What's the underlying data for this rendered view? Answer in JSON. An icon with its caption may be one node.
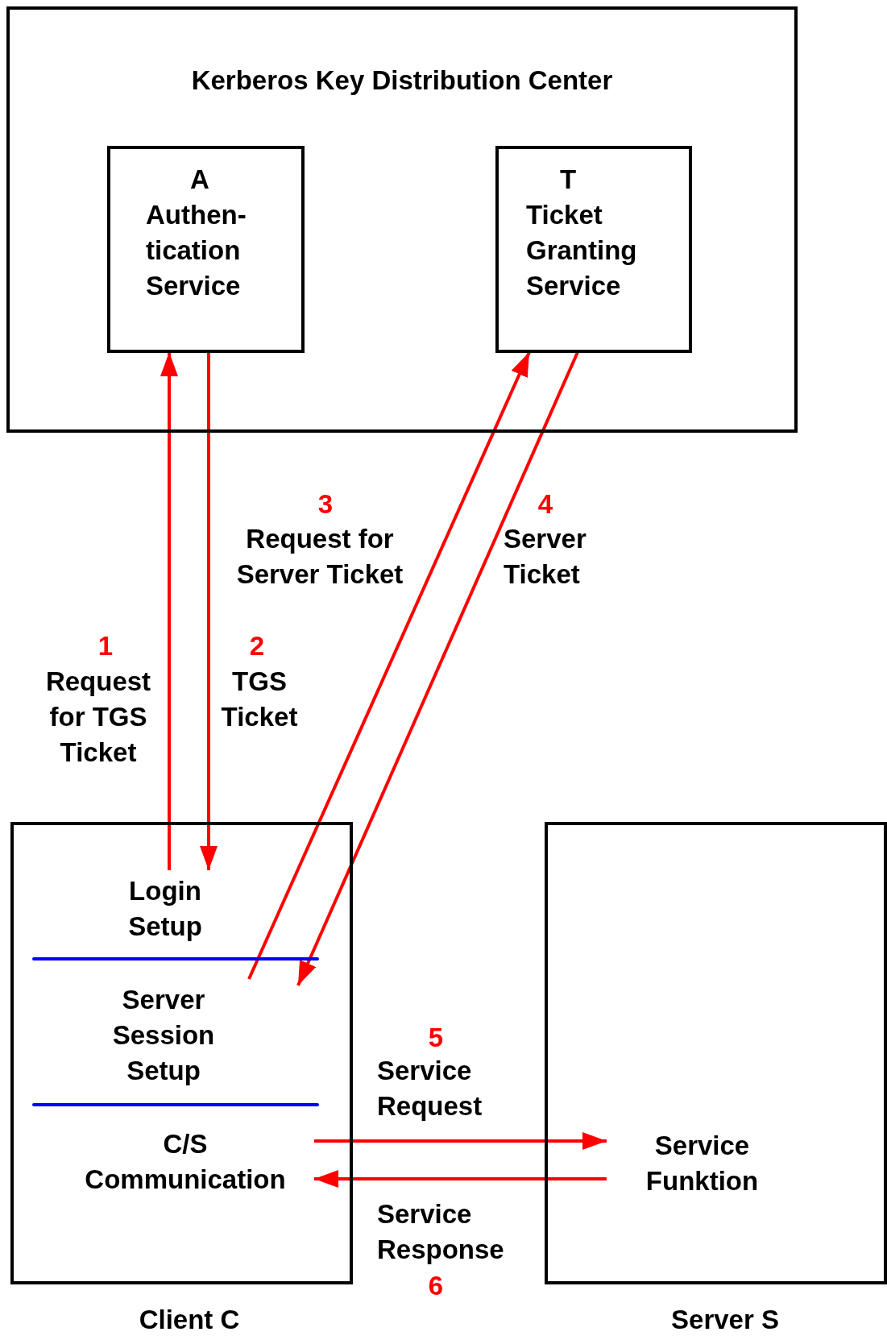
{
  "diagram": {
    "nodes": [
      {
        "text": [
          "Kerberos Key Distribution Center"
        ]
      },
      {
        "text": [
          "A",
          "Authen- tication Service"
        ],
        "in": 0
      },
      {
        "text": [
          "T",
          "Ticket Granting Service"
        ],
        "in": 0
      },
      {
        "text": [],
        "shape": "box",
        "beside": [
          "Client C"
        ]
      },
      {
        "text": [
          "Login Setup"
        ],
        "in": 3
      },
      {
        "text": [
          "Server Session Setup"
        ],
        "in": 3
      },
      {
        "text": [
          "C/S Communication"
        ],
        "in": 3
      },
      {
        "text": [],
        "shape": "box",
        "beside": [
          "Server S"
        ]
      },
      {
        "text": [
          "Service Funktion"
        ],
        "in": 7
      }
    ],
    "edges": [
      {
        "from": 4,
        "to": 1,
        "arrow": "to",
        "label": "Request for TGS Ticket",
        "color": "#ff0000"
      },
      {
        "from": 1,
        "to": 4,
        "arrow": "to",
        "label": "TGS Ticket",
        "color": "#ff0000"
      },
      {
        "from": 5,
        "to": 2,
        "arrow": "to",
        "label": "Request for Server Ticket",
        "color": "#ff0000"
      },
      {
        "from": 2,
        "to": 5,
        "arrow": "to",
        "label": "Server Ticket",
        "color": "#ff0000"
      },
      {
        "from": 6,
        "to": 8,
        "arrow": "to",
        "label": "Service Request",
        "color": "#ff0000"
      },
      {
        "from": 8,
        "to": 6,
        "arrow": "to",
        "label": "Service Response",
        "color": "#ff0000"
      }
    ],
    "labels": [
      "1",
      "2",
      "3",
      "4",
      "5",
      "6"
    ]
  }
}
